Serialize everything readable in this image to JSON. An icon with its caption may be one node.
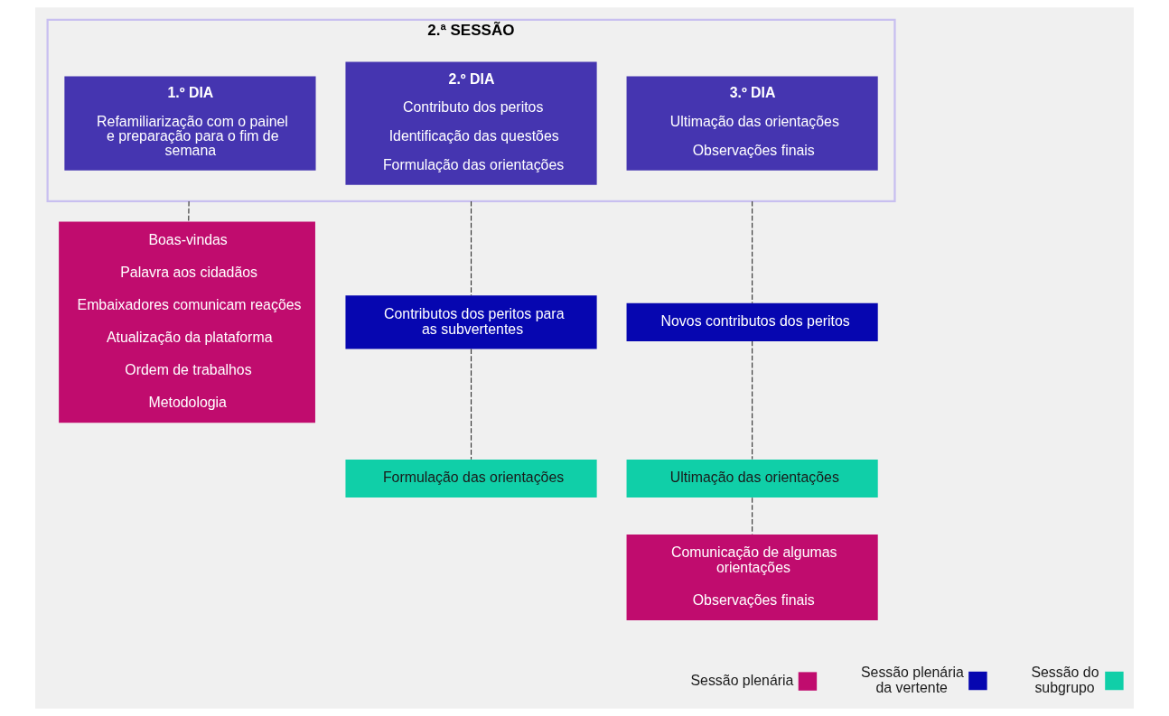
{
  "diagram": {
    "nodes": [
      {
        "text": [
          "2.ª SESSÃO"
        ]
      },
      {
        "text": [
          "1.º DIA",
          "Refamiliarização com o painel e preparação para o fim de semana"
        ],
        "in": 0
      },
      {
        "text": [
          "2.º DIA",
          "Contributo dos peritos",
          "Identificação das questões",
          "Formulação das orientações"
        ],
        "in": 0
      },
      {
        "text": [
          "3.º DIA",
          "Ultimação das orientações",
          "Observações finais"
        ],
        "in": 0
      },
      {
        "text": [
          "Boas-vindas",
          "Palavra aos cidadãos",
          "Embaixadores comunicam reações",
          "Atualização da plataforma",
          "Ordem de trabalhos",
          "Metodologia"
        ]
      },
      {
        "text": [
          "Contributos dos peritos para as subvertentes"
        ]
      },
      {
        "text": [
          "Formulação das orientações"
        ]
      },
      {
        "text": [
          "Novos contributos dos peritos"
        ]
      },
      {
        "text": [
          "Ultimação das orientações"
        ]
      },
      {
        "text": [
          "Comunicação de algumas orientações",
          "Observações finais"
        ]
      }
    ],
    "edges": [
      {
        "from": 1,
        "to": 4,
        "arrow": "none",
        "style": "dashed"
      },
      {
        "from": 2,
        "to": 5,
        "arrow": "none",
        "style": "dashed"
      },
      {
        "from": 3,
        "to": 7,
        "arrow": "none",
        "style": "dashed"
      },
      {
        "from": 5,
        "to": 6,
        "arrow": "none",
        "style": "dashed"
      },
      {
        "from": 7,
        "to": 8,
        "arrow": "none",
        "style": "dashed"
      },
      {
        "from": 8,
        "to": 9,
        "arrow": "none",
        "style": "dashed"
      }
    ],
    "legend": [
      {
        "text": "Sessão plenária",
        "color": "#c00c6e"
      },
      {
        "text": "Sessão plenária da vertente",
        "color": "#0606b0"
      },
      {
        "text": "Sessão do subgrupo",
        "color": "#10cfa8"
      }
    ]
  }
}
